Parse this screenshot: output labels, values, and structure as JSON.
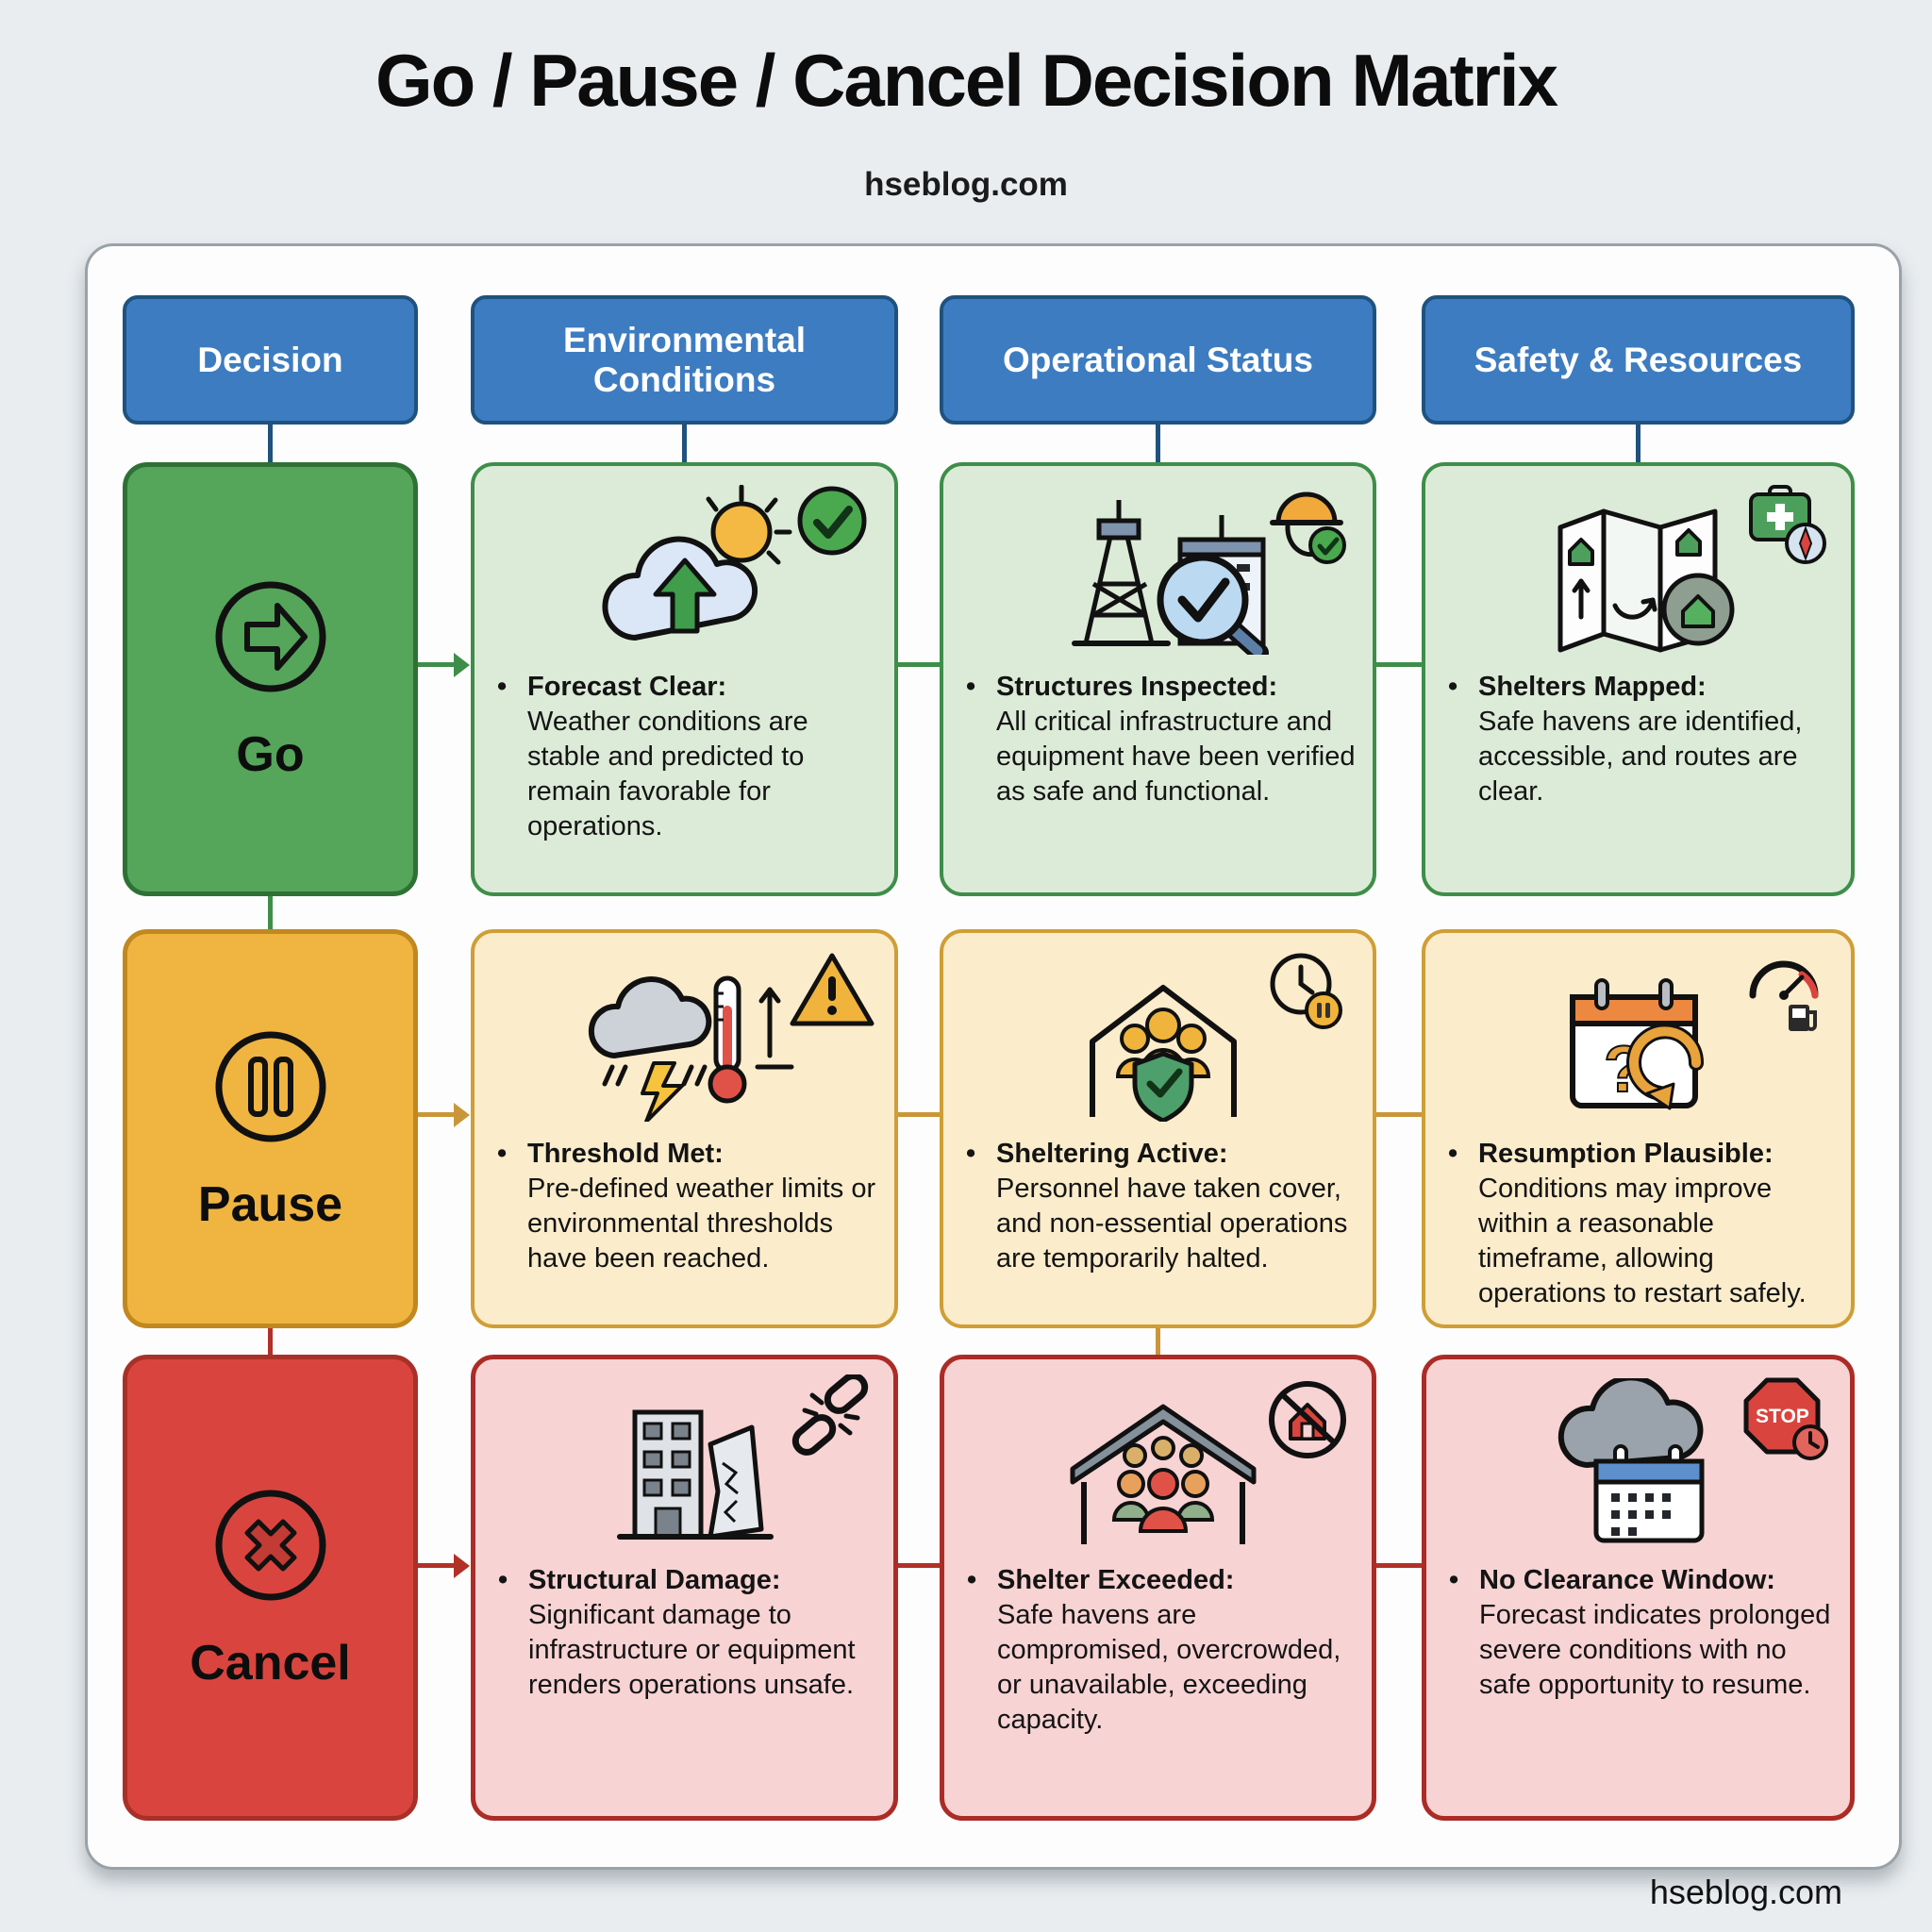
{
  "page": {
    "title": "Go / Pause / Cancel Decision Matrix",
    "subtitle": "hseblog.com",
    "footer": "hseblog.com"
  },
  "colors": {
    "page_bg": "#e9edf0",
    "header_fill": "#3d7cc1",
    "header_border": "#1f527e",
    "go_fill": "#55a55b",
    "go_cell_fill": "#dcebd8",
    "go_accent": "#3e8e49",
    "pause_fill": "#f0b440",
    "pause_cell_fill": "#fbeccb",
    "pause_accent": "#c9973a",
    "cancel_fill": "#d9453e",
    "cancel_cell_fill": "#f8d3d4",
    "cancel_accent": "#ab2c26"
  },
  "columns": [
    {
      "label": "Decision"
    },
    {
      "label": "Environmental Conditions"
    },
    {
      "label": "Operational Status"
    },
    {
      "label": "Safety & Resources"
    }
  ],
  "rows": [
    {
      "decision": {
        "label": "Go",
        "icon": "arrow-right-circle-icon"
      },
      "cells": [
        {
          "bullet": "•",
          "heading": "Forecast Clear:",
          "body": "Weather conditions are stable and predicted to remain favorable for operations.",
          "icon": "sun-cloud-up-arrow-icon",
          "badge": "check-circle-icon"
        },
        {
          "bullet": "•",
          "heading": "Structures Inspected:",
          "body": "All critical infrastructure and equipment have been verified as safe and functional.",
          "icon": "tower-building-magnifier-icon",
          "badge": "hardhat-check-icon"
        },
        {
          "bullet": "•",
          "heading": "Shelters Mapped:",
          "body": "Safe havens are identified, accessible, and routes are clear.",
          "icon": "shelter-map-icon",
          "badge": "first-aid-compass-icon"
        }
      ]
    },
    {
      "decision": {
        "label": "Pause",
        "icon": "pause-circle-icon"
      },
      "cells": [
        {
          "bullet": "•",
          "heading": "Threshold Met:",
          "body": "Pre-defined weather limits or environmental thresholds have been reached.",
          "icon": "storm-thermometer-icon",
          "badge": "warning-triangle-icon"
        },
        {
          "bullet": "•",
          "heading": "Sheltering Active:",
          "body": "Personnel have taken cover, and non-essential operations are temporarily halted.",
          "icon": "shelter-people-shield-icon",
          "badge": "clock-pause-icon"
        },
        {
          "bullet": "•",
          "heading": "Resumption Plausible:",
          "body": "Conditions may improve within a reasonable timeframe, allowing operations to restart safely.",
          "icon": "calendar-question-restart-icon",
          "badge": "gauge-fuel-icon"
        }
      ]
    },
    {
      "decision": {
        "label": "Cancel",
        "icon": "cancel-circle-icon"
      },
      "cells": [
        {
          "bullet": "•",
          "heading": "Structural Damage:",
          "body": "Significant damage to infrastructure or equipment renders operations unsafe.",
          "icon": "damaged-building-icon",
          "badge": "broken-chain-icon"
        },
        {
          "bullet": "•",
          "heading": "Shelter Exceeded:",
          "body": "Safe havens are compromised, overcrowded, or unavailable, exceeding capacity.",
          "icon": "overcrowded-shelter-icon",
          "badge": "house-banned-icon"
        },
        {
          "bullet": "•",
          "heading": "No Clearance Window:",
          "body": "Forecast indicates prolonged severe conditions with no safe opportunity to resume.",
          "icon": "storm-calendar-icon",
          "badge": "stop-sign-clock-icon"
        }
      ]
    }
  ]
}
